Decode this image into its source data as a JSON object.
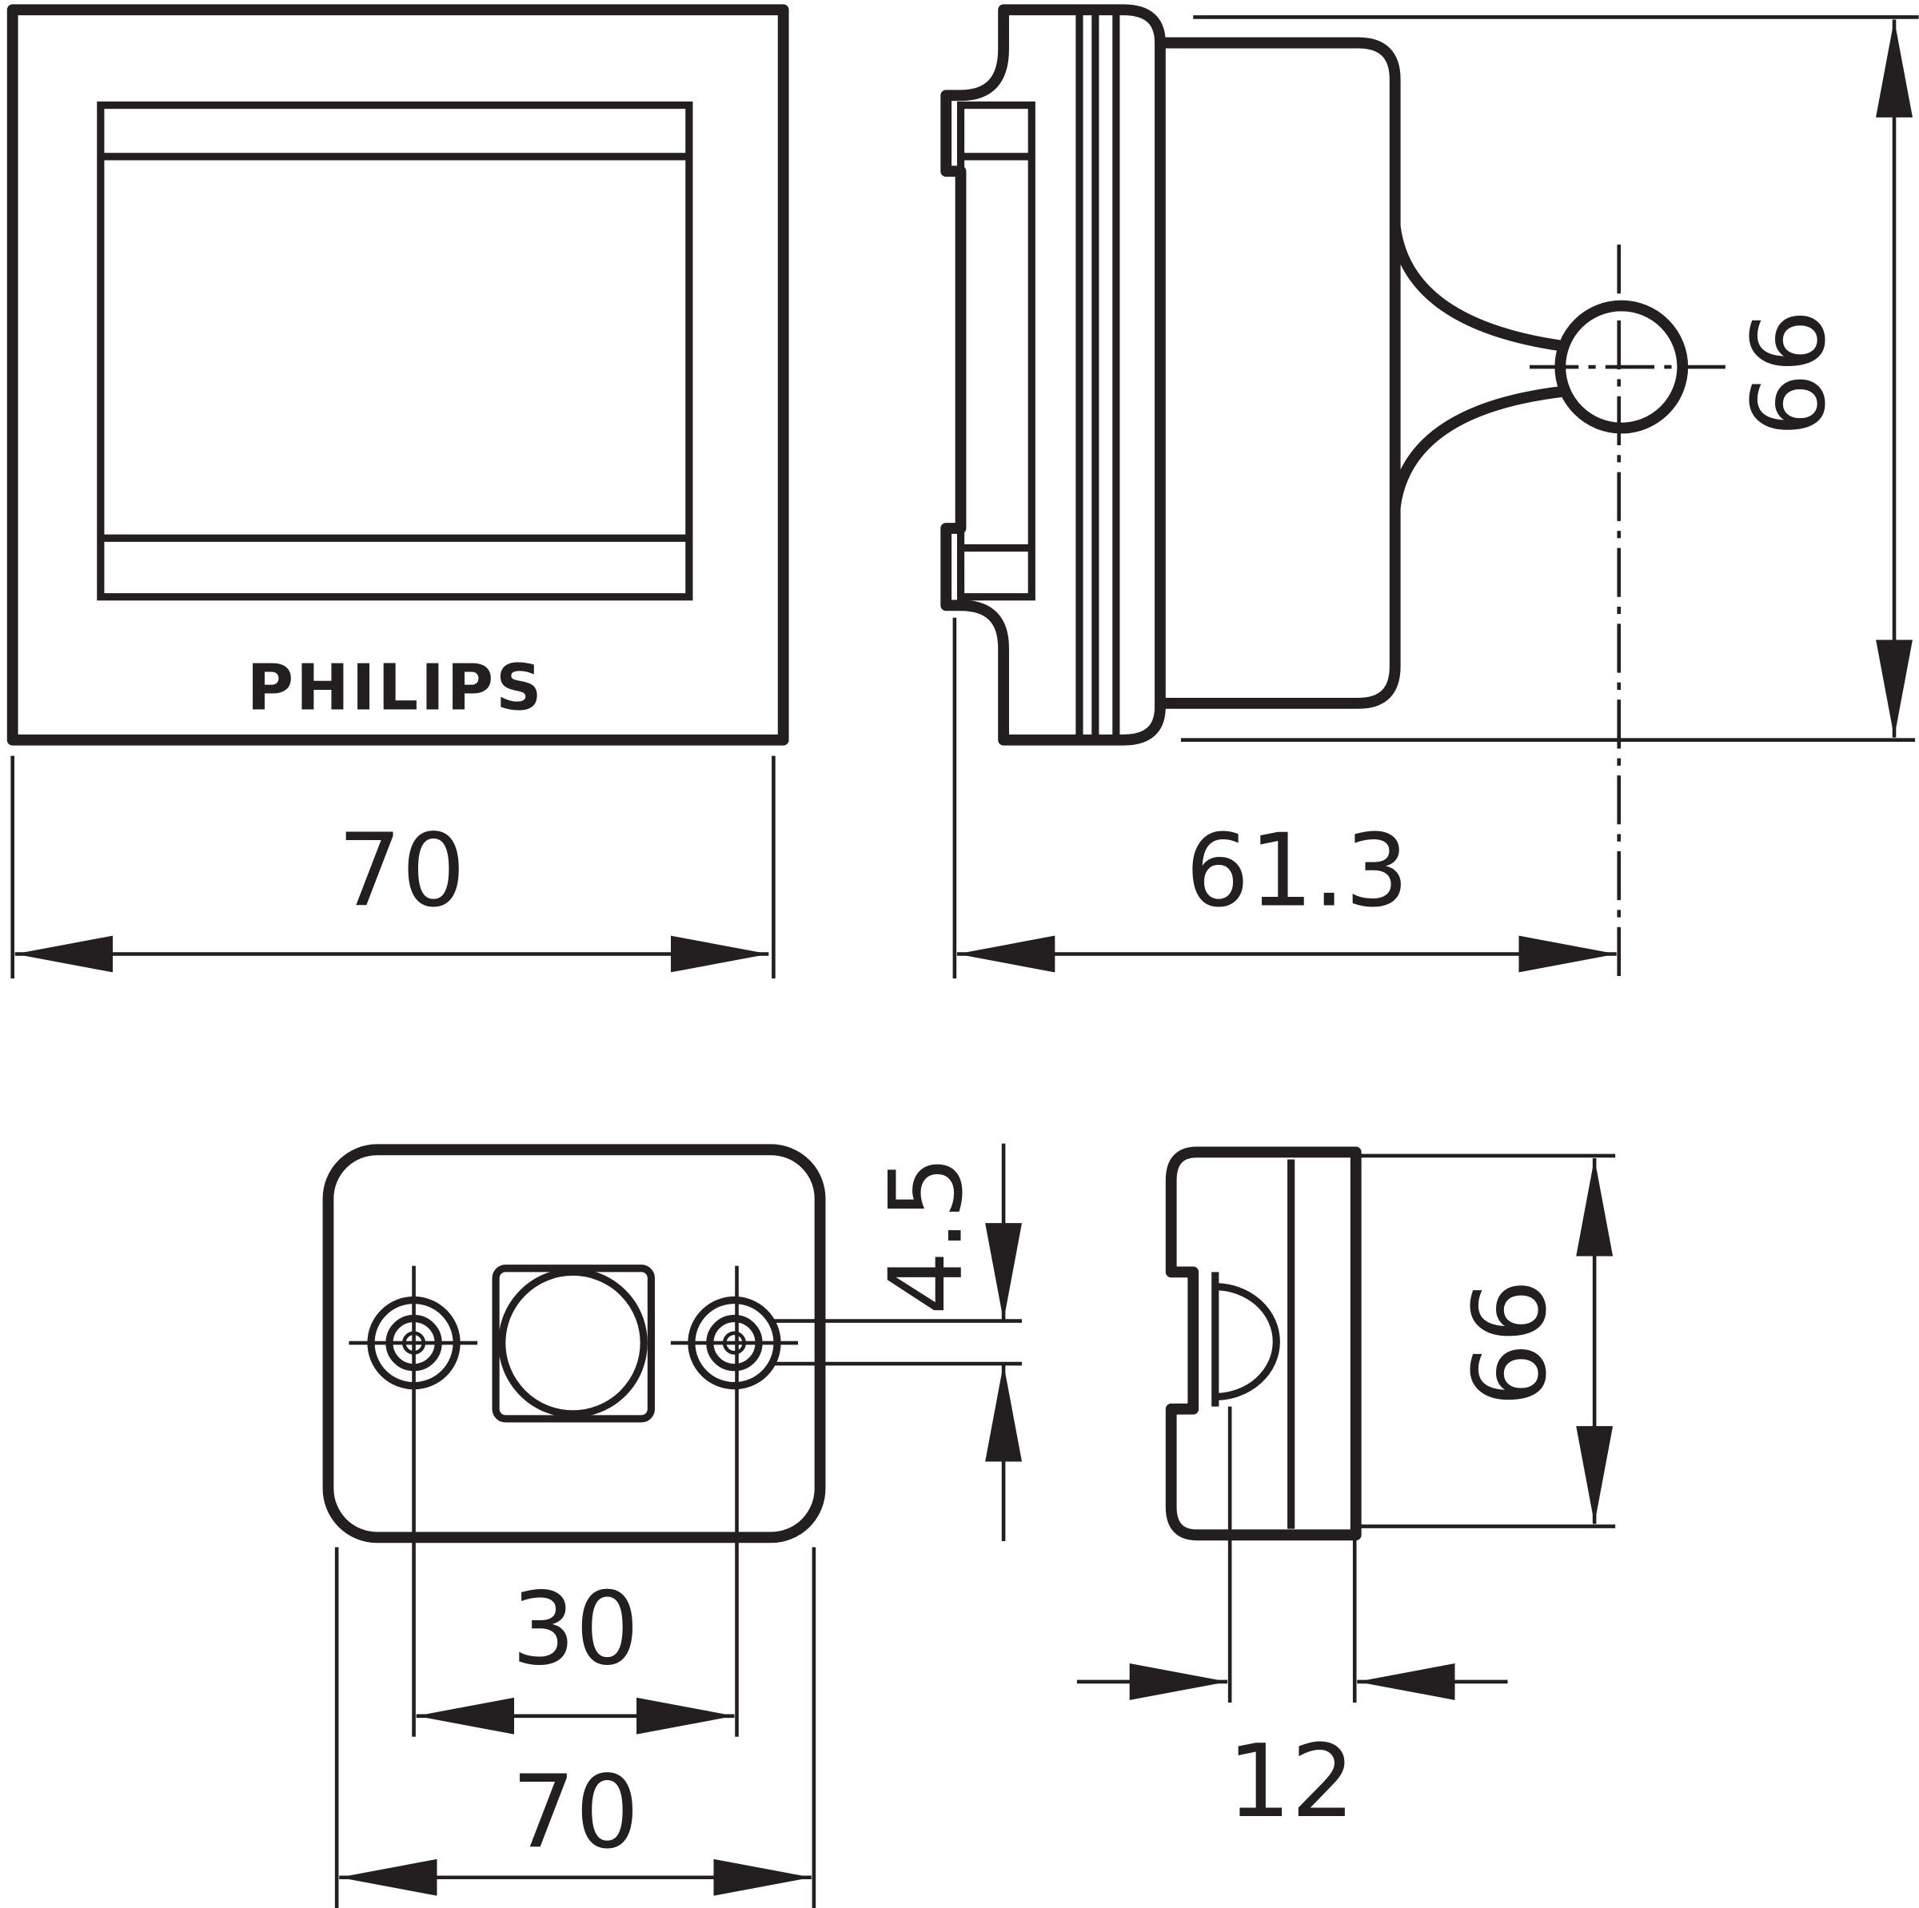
{
  "logo": "PHILIPS",
  "dimensions": {
    "front_width": "70",
    "side_depth": "61.3",
    "side_height": "66",
    "offset": "4.5",
    "hole_spacing": "30",
    "base_width": "70",
    "base_height": "66",
    "base_depth": "12"
  },
  "colors": {
    "line": "#231f20",
    "background": "#ffffff"
  }
}
